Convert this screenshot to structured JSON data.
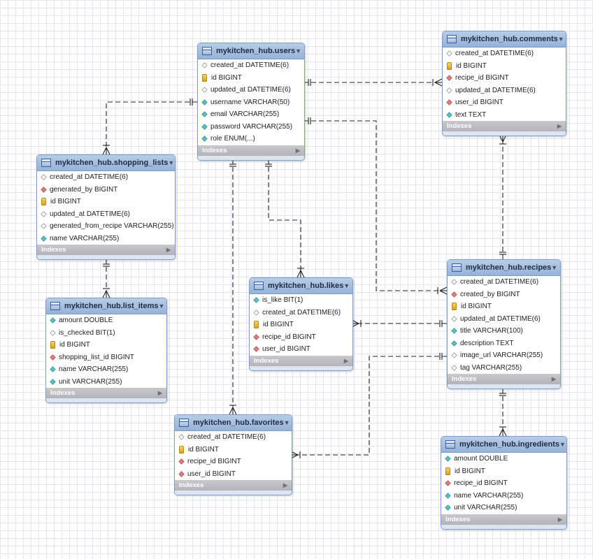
{
  "indexes_label": "Indexes",
  "tables": [
    {
      "id": "users",
      "title": "mykitchen_hub.users",
      "columns": [
        {
          "name": "created_at DATETIME(6)",
          "icon": "diamond-hollow"
        },
        {
          "name": "id BIGINT",
          "icon": "key"
        },
        {
          "name": "updated_at DATETIME(6)",
          "icon": "diamond-hollow"
        },
        {
          "name": "username VARCHAR(50)",
          "icon": "diamond-teal"
        },
        {
          "name": "email VARCHAR(255)",
          "icon": "diamond-teal"
        },
        {
          "name": "password VARCHAR(255)",
          "icon": "diamond-teal"
        },
        {
          "name": "role ENUM(...)",
          "icon": "diamond-teal"
        }
      ]
    },
    {
      "id": "comments",
      "title": "mykitchen_hub.comments",
      "columns": [
        {
          "name": "created_at DATETIME(6)",
          "icon": "diamond-hollow"
        },
        {
          "name": "id BIGINT",
          "icon": "key"
        },
        {
          "name": "recipe_id BIGINT",
          "icon": "diamond-red"
        },
        {
          "name": "updated_at DATETIME(6)",
          "icon": "diamond-hollow"
        },
        {
          "name": "user_id BIGINT",
          "icon": "diamond-red"
        },
        {
          "name": "text TEXT",
          "icon": "diamond-teal"
        }
      ]
    },
    {
      "id": "shopping_lists",
      "title": "mykitchen_hub.shopping_lists",
      "columns": [
        {
          "name": "created_at DATETIME(6)",
          "icon": "diamond-hollow"
        },
        {
          "name": "generated_by BIGINT",
          "icon": "diamond-red"
        },
        {
          "name": "id BIGINT",
          "icon": "key"
        },
        {
          "name": "updated_at DATETIME(6)",
          "icon": "diamond-hollow"
        },
        {
          "name": "generated_from_recipe VARCHAR(255)",
          "icon": "diamond-hollow"
        },
        {
          "name": "name VARCHAR(255)",
          "icon": "diamond-teal"
        }
      ]
    },
    {
      "id": "list_items",
      "title": "mykitchen_hub.list_items",
      "columns": [
        {
          "name": "amount DOUBLE",
          "icon": "diamond-teal"
        },
        {
          "name": "is_checked BIT(1)",
          "icon": "diamond-hollow"
        },
        {
          "name": "id BIGINT",
          "icon": "key"
        },
        {
          "name": "shopping_list_id BIGINT",
          "icon": "diamond-red"
        },
        {
          "name": "name VARCHAR(255)",
          "icon": "diamond-teal"
        },
        {
          "name": "unit VARCHAR(255)",
          "icon": "diamond-teal"
        }
      ]
    },
    {
      "id": "likes",
      "title": "mykitchen_hub.likes",
      "columns": [
        {
          "name": "is_like BIT(1)",
          "icon": "diamond-teal"
        },
        {
          "name": "created_at DATETIME(6)",
          "icon": "diamond-hollow"
        },
        {
          "name": "id BIGINT",
          "icon": "key"
        },
        {
          "name": "recipe_id BIGINT",
          "icon": "diamond-red"
        },
        {
          "name": "user_id BIGINT",
          "icon": "diamond-red"
        }
      ]
    },
    {
      "id": "recipes",
      "title": "mykitchen_hub.recipes",
      "columns": [
        {
          "name": "created_at DATETIME(6)",
          "icon": "diamond-hollow"
        },
        {
          "name": "created_by BIGINT",
          "icon": "diamond-red"
        },
        {
          "name": "id BIGINT",
          "icon": "key"
        },
        {
          "name": "updated_at DATETIME(6)",
          "icon": "diamond-hollow"
        },
        {
          "name": "title VARCHAR(100)",
          "icon": "diamond-teal"
        },
        {
          "name": "description TEXT",
          "icon": "diamond-teal"
        },
        {
          "name": "image_url VARCHAR(255)",
          "icon": "diamond-hollow"
        },
        {
          "name": "tag VARCHAR(255)",
          "icon": "diamond-hollow"
        }
      ]
    },
    {
      "id": "favorites",
      "title": "mykitchen_hub.favorites",
      "columns": [
        {
          "name": "created_at DATETIME(6)",
          "icon": "diamond-hollow"
        },
        {
          "name": "id BIGINT",
          "icon": "key"
        },
        {
          "name": "recipe_id BIGINT",
          "icon": "diamond-red"
        },
        {
          "name": "user_id BIGINT",
          "icon": "diamond-red"
        }
      ]
    },
    {
      "id": "ingredients",
      "title": "mykitchen_hub.ingredients",
      "columns": [
        {
          "name": "amount DOUBLE",
          "icon": "diamond-teal"
        },
        {
          "name": "id BIGINT",
          "icon": "key"
        },
        {
          "name": "recipe_id BIGINT",
          "icon": "diamond-red"
        },
        {
          "name": "name VARCHAR(255)",
          "icon": "diamond-teal"
        },
        {
          "name": "unit VARCHAR(255)",
          "icon": "diamond-teal"
        }
      ]
    }
  ],
  "relationships": [
    {
      "from": "users",
      "to": "comments",
      "one_end": "users",
      "many_end": "comments"
    },
    {
      "from": "users",
      "to": "shopping_lists",
      "one_end": "users",
      "many_end": "shopping_lists"
    },
    {
      "from": "users",
      "to": "recipes",
      "one_end": "users",
      "many_end": "recipes"
    },
    {
      "from": "users",
      "to": "likes",
      "one_end": "users",
      "many_end": "likes"
    },
    {
      "from": "users",
      "to": "favorites",
      "one_end": "users",
      "many_end": "favorites"
    },
    {
      "from": "shopping_lists",
      "to": "list_items",
      "one_end": "shopping_lists",
      "many_end": "list_items"
    },
    {
      "from": "recipes",
      "to": "comments",
      "one_end": "recipes",
      "many_end": "comments"
    },
    {
      "from": "recipes",
      "to": "likes",
      "one_end": "recipes",
      "many_end": "likes"
    },
    {
      "from": "recipes",
      "to": "favorites",
      "one_end": "recipes",
      "many_end": "favorites"
    },
    {
      "from": "recipes",
      "to": "ingredients",
      "one_end": "recipes",
      "many_end": "ingredients"
    }
  ]
}
